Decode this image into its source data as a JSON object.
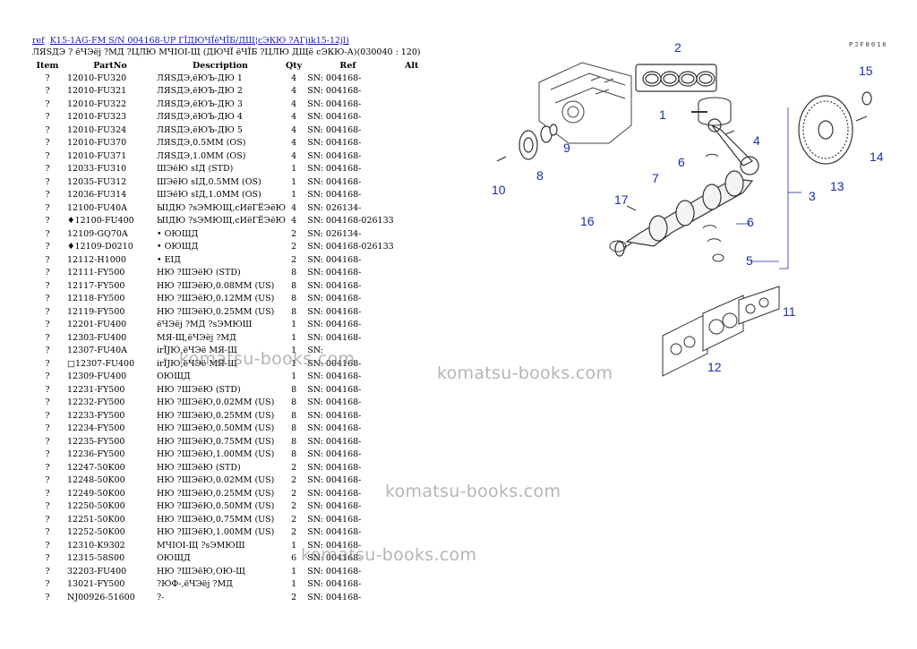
{
  "header": {
    "ref_link": "ref",
    "title_link": "K15-1AG-FM S/N  004168-UP ГЇДЮЧЇёЧЇБ/ДЩ¦сЭКЮ ?АГjik15-12jl)",
    "subtitle": "ЛЯSДЭ ? ёЧЭёj ?МД ?ЦЛЮ МЧІОІ-Щ (ДЮЧЇ ёЧЇБ ?ЦЛЮ ДЩё сЭКЮ-А)(030040 : 120)"
  },
  "columns": [
    "Item",
    "PartNo",
    "Description",
    "Qty",
    "Ref",
    "Alt"
  ],
  "rows": [
    {
      "item": "?",
      "part": "12010-FU320",
      "desc": "ЛЯSДЭ,ёЮЪ-ДЮ 1",
      "qty": "4",
      "ref": "SN: 004168-"
    },
    {
      "item": "?",
      "part": "12010-FU321",
      "desc": "ЛЯSДЭ,ёЮЪ-ДЮ 2",
      "qty": "4",
      "ref": "SN: 004168-"
    },
    {
      "item": "?",
      "part": "12010-FU322",
      "desc": "ЛЯSДЭ,ёЮЪ-ДЮ 3",
      "qty": "4",
      "ref": "SN: 004168-"
    },
    {
      "item": "?",
      "part": "12010-FU323",
      "desc": "ЛЯSДЭ,ёЮЪ-ДЮ 4",
      "qty": "4",
      "ref": "SN: 004168-"
    },
    {
      "item": "?",
      "part": "12010-FU324",
      "desc": "ЛЯSДЭ,ёЮЪ-ДЮ 5",
      "qty": "4",
      "ref": "SN: 004168-"
    },
    {
      "item": "?",
      "part": "12010-FU370",
      "desc": "ЛЯSДЭ,0.5MM (OS)",
      "qty": "4",
      "ref": "SN: 004168-"
    },
    {
      "item": "?",
      "part": "12010-FU371",
      "desc": "ЛЯSДЭ,1.0MM (OS)",
      "qty": "4",
      "ref": "SN: 004168-"
    },
    {
      "item": "?",
      "part": "12033-FU310",
      "desc": "ШЭёЮ sІД (STD)",
      "qty": "1",
      "ref": "SN: 004168-"
    },
    {
      "item": "?",
      "part": "12035-FU312",
      "desc": "ШЭёЮ sІД,0.5MM (OS)",
      "qty": "1",
      "ref": "SN: 004168-"
    },
    {
      "item": "?",
      "part": "12036-FU314",
      "desc": "ШЭёЮ sІД,1.0MM (OS)",
      "qty": "1",
      "ref": "SN: 004168-"
    },
    {
      "item": "?",
      "part": "12100-FU40A",
      "desc": "ЫІДЮ ?sЭМЮЩ,сИёГЁЭёЮ",
      "qty": "4",
      "ref": "SN: 026134-"
    },
    {
      "item": "?",
      "part": "♦12100-FU400",
      "desc": "ЫІДЮ ?sЭМЮЩ,сИёГЁЭёЮ",
      "qty": "4",
      "ref": "SN: 004168-026133"
    },
    {
      "item": "?",
      "part": "12109-GQ70A",
      "desc": "• ОЮЩД",
      "qty": "2",
      "ref": "SN: 026134-"
    },
    {
      "item": "?",
      "part": "♦12109-D0210",
      "desc": "• ОЮЩД",
      "qty": "2",
      "ref": "SN: 004168-026133"
    },
    {
      "item": "?",
      "part": "12112-H1000",
      "desc": "• ЕІД",
      "qty": "2",
      "ref": "SN: 004168-"
    },
    {
      "item": "?",
      "part": "12111-FY500",
      "desc": "НЮ ?ШЭёЮ (STD)",
      "qty": "8",
      "ref": "SN: 004168-"
    },
    {
      "item": "?",
      "part": "12117-FY500",
      "desc": "НЮ ?ШЭёЮ,0.08MM (US)",
      "qty": "8",
      "ref": "SN: 004168-"
    },
    {
      "item": "?",
      "part": "12118-FY500",
      "desc": "НЮ ?ШЭёЮ,0.12MM (US)",
      "qty": "8",
      "ref": "SN: 004168-"
    },
    {
      "item": "?",
      "part": "12119-FY500",
      "desc": "НЮ ?ШЭёЮ,0.25MM (US)",
      "qty": "8",
      "ref": "SN: 004168-"
    },
    {
      "item": "?",
      "part": "12201-FU400",
      "desc": "ёЧЭёj ?МД ?sЭМЮШ",
      "qty": "1",
      "ref": "SN: 004168-"
    },
    {
      "item": "?",
      "part": "12303-FU400",
      "desc": "МЯ-Щ,ёЧЭёj ?МД",
      "qty": "1",
      "ref": "SN: 004168-"
    },
    {
      "item": "?",
      "part": "12307-FU40A",
      "desc": "irЇЈЮ,ёЧЭё МЯ-Щ",
      "qty": "1",
      "ref": "SN:"
    },
    {
      "item": "?",
      "part": "□12307-FU400",
      "desc": "irЇЈЮ,ёЧЭё МЯ-Щ",
      "qty": "1",
      "ref": "SN: 004168-"
    },
    {
      "item": "?",
      "part": "12309-FU400",
      "desc": "ОЮЩД",
      "qty": "1",
      "ref": "SN: 004168-"
    },
    {
      "item": "?",
      "part": "12231-FY500",
      "desc": "НЮ ?ШЭёЮ (STD)",
      "qty": "8",
      "ref": "SN: 004168-"
    },
    {
      "item": "?",
      "part": "12232-FY500",
      "desc": "НЮ ?ШЭёЮ,0.02MM (US)",
      "qty": "8",
      "ref": "SN: 004168-"
    },
    {
      "item": "?",
      "part": "12233-FY500",
      "desc": "НЮ ?ШЭёЮ,0.25MM (US)",
      "qty": "8",
      "ref": "SN: 004168-"
    },
    {
      "item": "?",
      "part": "12234-FY500",
      "desc": "НЮ ?ШЭёЮ,0.50MM (US)",
      "qty": "8",
      "ref": "SN: 004168-"
    },
    {
      "item": "?",
      "part": "12235-FY500",
      "desc": "НЮ ?ШЭёЮ,0.75MM (US)",
      "qty": "8",
      "ref": "SN: 004168-"
    },
    {
      "item": "?",
      "part": "12236-FY500",
      "desc": "НЮ ?ШЭёЮ,1.00MM (US)",
      "qty": "8",
      "ref": "SN: 004168-"
    },
    {
      "item": "?",
      "part": "12247-50K00",
      "desc": "НЮ ?ШЭёЮ (STD)",
      "qty": "2",
      "ref": "SN: 004168-"
    },
    {
      "item": "?",
      "part": "12248-50K00",
      "desc": "НЮ ?ШЭёЮ,0.02MM (US)",
      "qty": "2",
      "ref": "SN: 004168-"
    },
    {
      "item": "?",
      "part": "12249-50K00",
      "desc": "НЮ ?ШЭёЮ,0.25MM (US)",
      "qty": "2",
      "ref": "SN: 004168-"
    },
    {
      "item": "?",
      "part": "12250-50K00",
      "desc": "НЮ ?ШЭёЮ,0.50MM (US)",
      "qty": "2",
      "ref": "SN: 004168-"
    },
    {
      "item": "?",
      "part": "12251-50K00",
      "desc": "НЮ ?ШЭёЮ,0.75MM (US)",
      "qty": "2",
      "ref": "SN: 004168-"
    },
    {
      "item": "?",
      "part": "12252-50K00",
      "desc": "НЮ ?ШЭёЮ,1.00MM (US)",
      "qty": "2",
      "ref": "SN: 004168-"
    },
    {
      "item": "?",
      "part": "12310-K9302",
      "desc": "МЧІОІ-Щ ?sЭМЮШ",
      "qty": "1",
      "ref": "SN: 004168-"
    },
    {
      "item": "?",
      "part": "12315-58S00",
      "desc": "ОЮЩД",
      "qty": "6",
      "ref": "SN: 004168-"
    },
    {
      "item": "?",
      "part": "32203-FU400",
      "desc": "НЮ ?ШЭёЮ,ОЮ-Щ",
      "qty": "1",
      "ref": "SN: 004168-"
    },
    {
      "item": "?",
      "part": "13021-FY500",
      "desc": "?ЮФ-,ёЧЭёj ?МД",
      "qty": "1",
      "ref": "SN: 004168-"
    },
    {
      "item": "?",
      "part": "NJ00926-51600",
      "desc": "?-",
      "qty": "2",
      "ref": "SN: 004168-"
    }
  ],
  "diagram": {
    "code": "PJF8016",
    "callouts": [
      "1",
      "2",
      "3",
      "4",
      "5",
      "6",
      "6",
      "7",
      "8",
      "9",
      "10",
      "11",
      "12",
      "13",
      "14",
      "15",
      "16",
      "17"
    ],
    "callout_color": "#1b2fa0"
  },
  "watermarks": [
    "komatsu-books.com",
    "komatsu-books.com",
    "komatsu-books.com",
    "komatsu-books.com"
  ]
}
